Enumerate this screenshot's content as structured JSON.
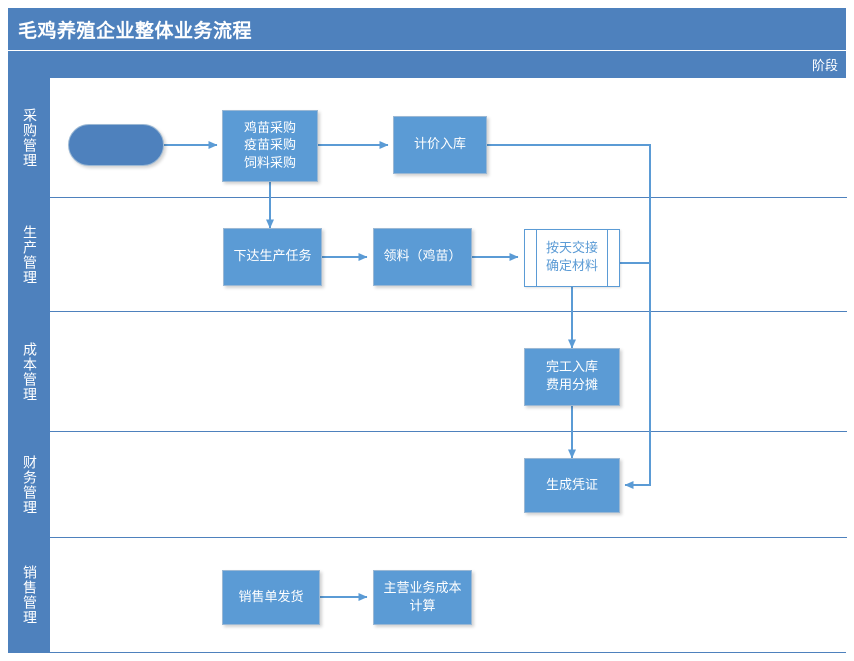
{
  "header": {
    "title": "毛鸡养殖企业整体业务流程",
    "phase_label": "阶段"
  },
  "colors": {
    "header_blue": "#4E81BD",
    "node_blue": "#5B9BD5",
    "connector_blue": "#5B9BD5",
    "node_border": "#9BB8D4",
    "white": "#FFFFFF"
  },
  "lanes": [
    {
      "id": "purchase",
      "label": "采购管理"
    },
    {
      "id": "production",
      "label": "生产管理"
    },
    {
      "id": "cost",
      "label": "成本管理"
    },
    {
      "id": "finance",
      "label": "财务管理"
    },
    {
      "id": "sales",
      "label": "销售管理"
    }
  ],
  "nodes": [
    {
      "id": "start",
      "label": "",
      "lane": "purchase",
      "type": "start"
    },
    {
      "id": "purchase-orders",
      "label": "鸡苗采购\n疫苗采购\n饲料采购",
      "lane": "purchase",
      "type": "process"
    },
    {
      "id": "priced-inbound",
      "label": "计价入库",
      "lane": "purchase",
      "type": "process"
    },
    {
      "id": "issue-task",
      "label": "下达生产任务",
      "lane": "production",
      "type": "process"
    },
    {
      "id": "pick-material",
      "label": "领料（鸡苗）",
      "lane": "production",
      "type": "process"
    },
    {
      "id": "daily-handover",
      "label": "按天交接\n确定材料",
      "lane": "production",
      "type": "predefined"
    },
    {
      "id": "finish-inbound",
      "label": "完工入库\n费用分摊",
      "lane": "cost",
      "type": "process"
    },
    {
      "id": "make-voucher",
      "label": "生成凭证",
      "lane": "finance",
      "type": "process"
    },
    {
      "id": "sales-delivery",
      "label": "销售单发货",
      "lane": "sales",
      "type": "process"
    },
    {
      "id": "main-cost-calc",
      "label": "主营业务成本\n计算",
      "lane": "sales",
      "type": "process"
    }
  ],
  "edges": [
    {
      "from": "start",
      "to": "purchase-orders"
    },
    {
      "from": "purchase-orders",
      "to": "priced-inbound"
    },
    {
      "from": "purchase-orders",
      "to": "issue-task"
    },
    {
      "from": "issue-task",
      "to": "pick-material"
    },
    {
      "from": "pick-material",
      "to": "daily-handover"
    },
    {
      "from": "daily-handover",
      "to": "finish-inbound"
    },
    {
      "from": "finish-inbound",
      "to": "make-voucher"
    },
    {
      "from": "priced-inbound",
      "to": "make-voucher"
    },
    {
      "from": "daily-handover",
      "to": "make-voucher"
    },
    {
      "from": "sales-delivery",
      "to": "main-cost-calc"
    }
  ]
}
